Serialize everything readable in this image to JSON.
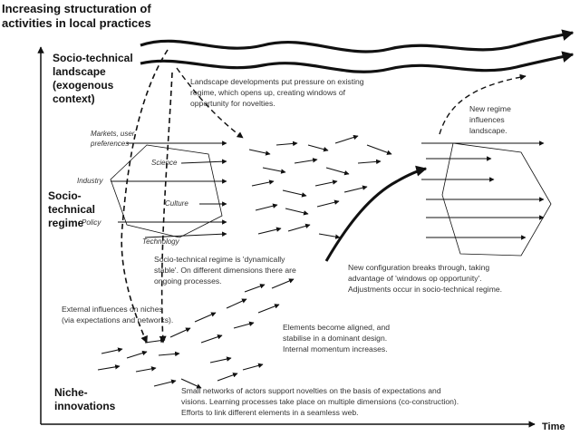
{
  "axis": {
    "y_title_line1": "Increasing structuration of",
    "y_title_line2": "activities in local practices",
    "x_title": "Time"
  },
  "levels": {
    "landscape": [
      "Socio-technical",
      "landscape",
      "(exogenous",
      "context)"
    ],
    "regime": [
      "Socio-",
      "technical",
      "regime"
    ],
    "niche": [
      "Niche-",
      "innovations"
    ]
  },
  "regime_dimensions": {
    "markets": [
      "Markets, user",
      "preferences"
    ],
    "science": "Science",
    "industry": "Industry",
    "culture": "Culture",
    "policy": "Policy",
    "technology": "Technology"
  },
  "annotations": {
    "landscape_pressure": [
      "Landscape developments put pressure on existing",
      "regime, which opens up, creating windows of",
      "opportunity for novelties."
    ],
    "new_regime": [
      "New regime",
      "influences",
      "landscape."
    ],
    "dynamically_stable": [
      "Socio-technical regime is 'dynamically",
      "stable'. On different dimensions there are",
      "ongoing processes."
    ],
    "breakthrough": [
      "New configuration breaks through, taking",
      "advantage of 'windows op opportunity'.",
      "Adjustments occur in socio-technical regime."
    ],
    "external_influences": [
      "External influences on niches",
      "(via expectations and networks)."
    ],
    "aligned": [
      "Elements become aligned, and",
      "stabilise in a dominant design.",
      "Internal momentum increases."
    ],
    "small_networks": [
      "Small networks of actors support novelties on the basis of expectations and",
      "visions. Learning processes take place on multiple dimensions (co-construction).",
      "Efforts to link different elements in a seamless web."
    ]
  }
}
